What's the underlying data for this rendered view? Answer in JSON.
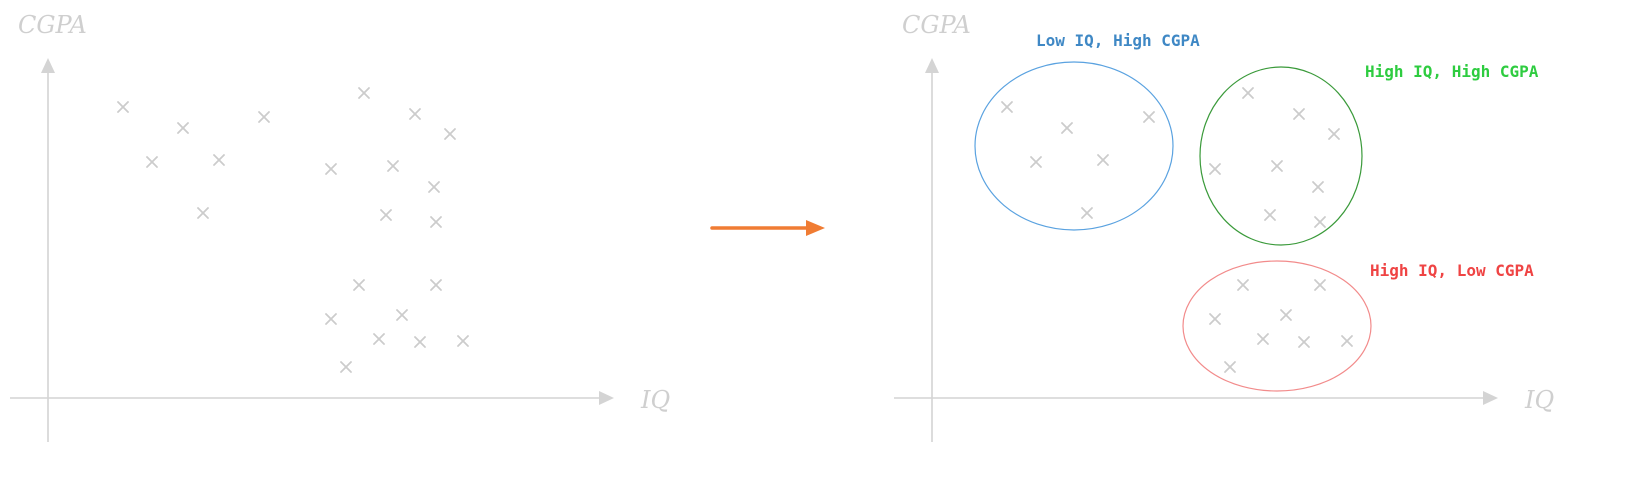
{
  "panels": [
    {
      "id": "before",
      "x_label": "IQ",
      "y_label": "CGPA",
      "points": [
        [
          123,
          107
        ],
        [
          183,
          128
        ],
        [
          152,
          162
        ],
        [
          219,
          160
        ],
        [
          264,
          117
        ],
        [
          203,
          213
        ],
        [
          364,
          93
        ],
        [
          415,
          114
        ],
        [
          450,
          134
        ],
        [
          331,
          169
        ],
        [
          393,
          166
        ],
        [
          434,
          187
        ],
        [
          386,
          215
        ],
        [
          436,
          222
        ],
        [
          359,
          285
        ],
        [
          436,
          285
        ],
        [
          331,
          319
        ],
        [
          402,
          315
        ],
        [
          379,
          339
        ],
        [
          420,
          342
        ],
        [
          463,
          341
        ],
        [
          346,
          367
        ]
      ]
    },
    {
      "id": "after",
      "x_label": "IQ",
      "y_label": "CGPA",
      "points": [
        [
          1007,
          107
        ],
        [
          1067,
          128
        ],
        [
          1036,
          162
        ],
        [
          1103,
          160
        ],
        [
          1149,
          117
        ],
        [
          1087,
          213
        ],
        [
          1248,
          93
        ],
        [
          1299,
          114
        ],
        [
          1334,
          134
        ],
        [
          1215,
          169
        ],
        [
          1277,
          166
        ],
        [
          1318,
          187
        ],
        [
          1270,
          215
        ],
        [
          1320,
          222
        ],
        [
          1243,
          285
        ],
        [
          1320,
          285
        ],
        [
          1215,
          319
        ],
        [
          1286,
          315
        ],
        [
          1263,
          339
        ],
        [
          1304,
          342
        ],
        [
          1347,
          341
        ],
        [
          1230,
          367
        ]
      ]
    }
  ],
  "clusters": [
    {
      "label": "Low IQ, High CGPA",
      "color": "#3f88c5",
      "stroke": "#5aa2e0"
    },
    {
      "label": "High IQ, High CGPA",
      "color": "#2ecc40",
      "stroke": "#3a9a3a"
    },
    {
      "label": "High IQ, Low CGPA",
      "color": "#ef4444",
      "stroke": "#f28b8b"
    }
  ],
  "arrow_color": "#f07c33"
}
